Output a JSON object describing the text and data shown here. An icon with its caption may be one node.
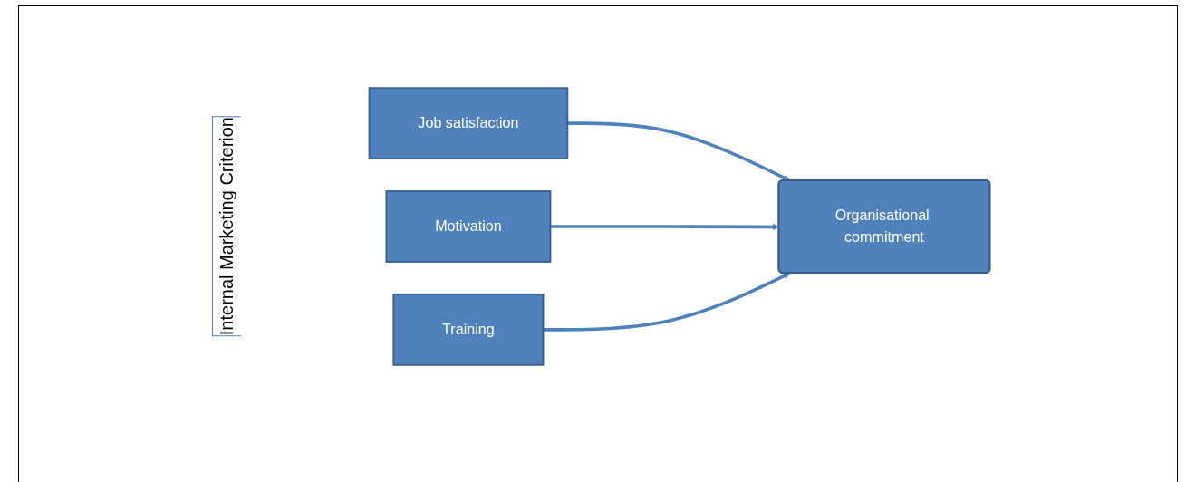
{
  "diagram": {
    "nodes": [
      {
        "text": [
          "Job satisfaction"
        ]
      },
      {
        "text": [
          "Motivation"
        ]
      },
      {
        "text": [
          "Training"
        ]
      },
      {
        "text": [
          "Organisational commitment"
        ]
      }
    ],
    "edges": [
      {
        "from": 0,
        "to": 3,
        "arrow": "to"
      },
      {
        "from": 1,
        "to": 3,
        "arrow": "to"
      },
      {
        "from": 2,
        "to": 3,
        "arrow": "to"
      }
    ],
    "labels": [
      "Internal Marketing Criterion"
    ]
  }
}
